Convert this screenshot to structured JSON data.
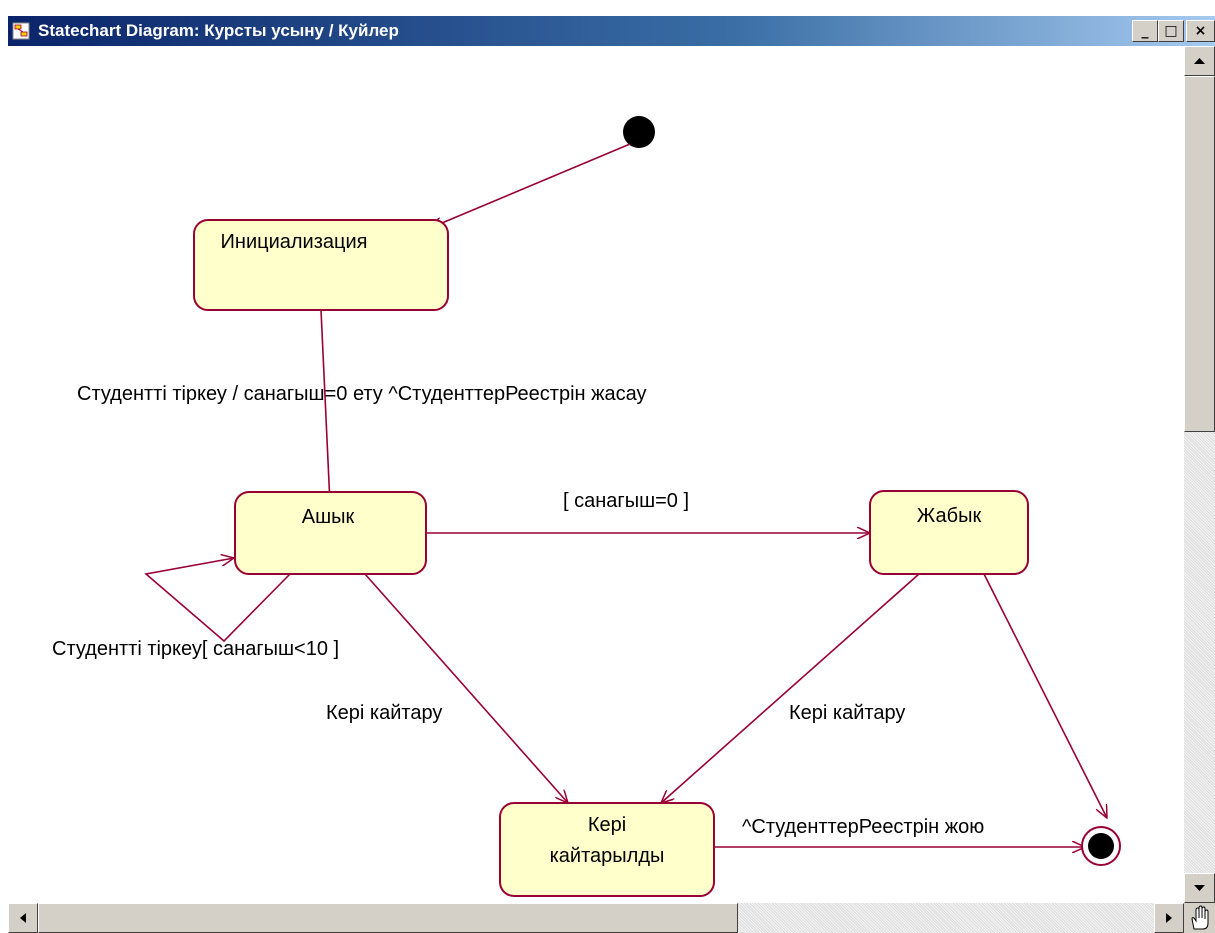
{
  "window": {
    "title": "Statechart Diagram: Курсты усыну / Куйлер",
    "icon": "statechart-icon",
    "buttons": {
      "minimize": "minimize-icon",
      "maximize": "maximize-icon",
      "close": "close-icon"
    }
  },
  "diagram": {
    "states": {
      "init": "Инициализация",
      "open": "Ашык",
      "closed": "Жабык",
      "returned_line1": "Кері",
      "returned_line2": "кайтарылды"
    },
    "transitions": {
      "register_initial": "Студентті тіркеу / санагыш=0 ету ^СтуденттерРеестрін жасау",
      "guard_zero": "[ санагыш=0 ]",
      "self_register": "Студентті тіркеу[ санагыш<10 ]",
      "cancel_left": "Кері кайтару",
      "cancel_right": "Кері кайтару",
      "delete_registry": "^СтуденттерРеестрін жою"
    }
  },
  "colors": {
    "state_fill": "#ffffcc",
    "line": "#990033",
    "titlebar_start": "#0a246a",
    "titlebar_end": "#a6caf0"
  }
}
